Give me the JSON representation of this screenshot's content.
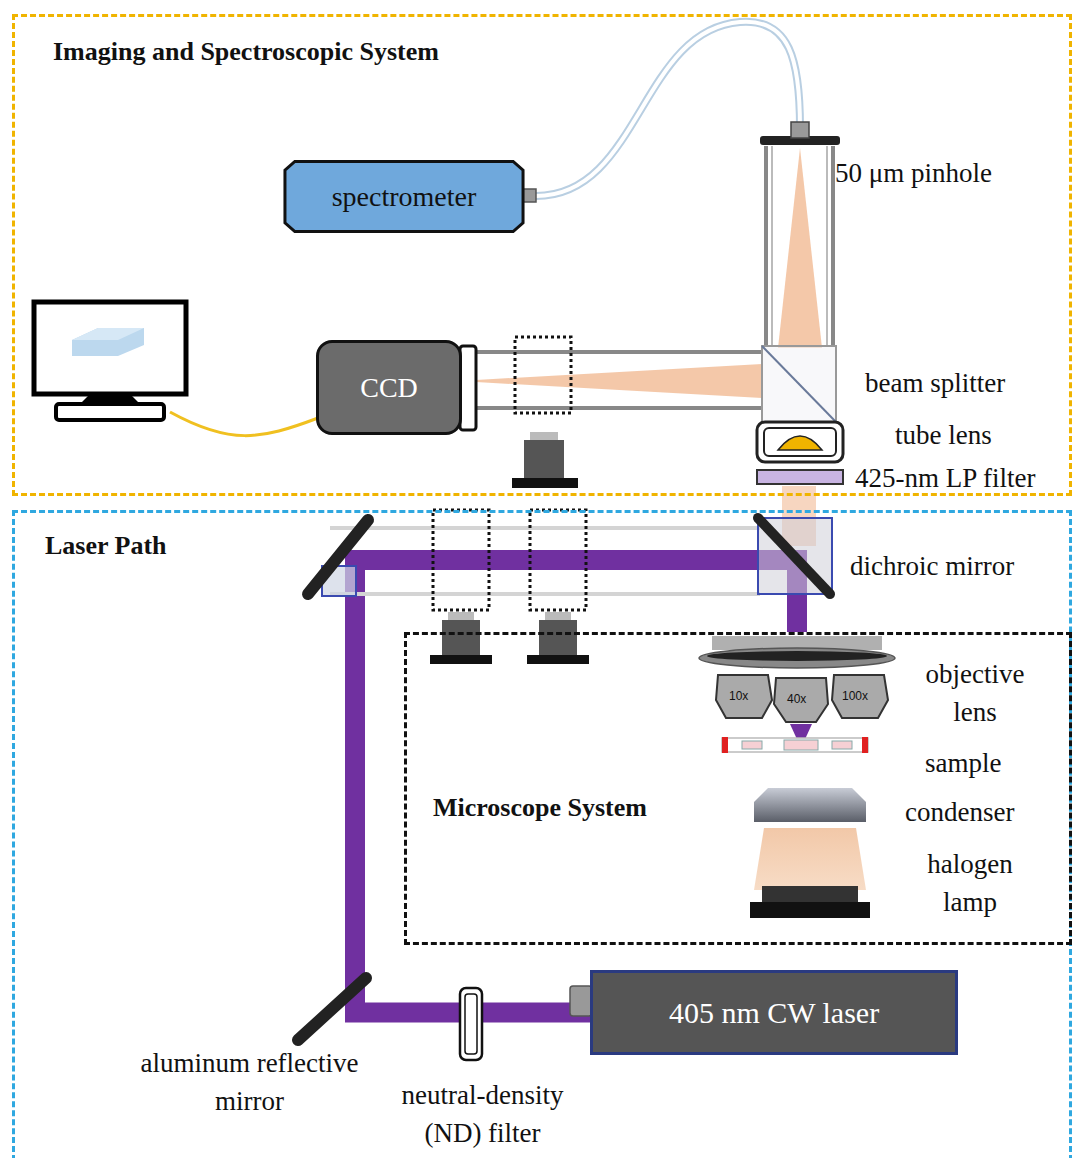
{
  "diagram": {
    "nodes": [
      {
        "text": [
          "Imaging and Spectroscopic System"
        ]
      },
      {
        "text": [
          "spectrometer"
        ],
        "in": 0
      },
      {
        "text": [
          "CCD"
        ],
        "in": 0
      },
      {
        "text": [
          "Laser Path"
        ]
      },
      {
        "text": [
          "Microscope System"
        ],
        "in": 3
      },
      {
        "text": [
          "405 nm CW laser"
        ],
        "in": 3
      }
    ],
    "edges": [
      {
        "from": 5,
        "to": 4,
        "arrow": "none"
      }
    ],
    "labels": [
      "50 μm pinhole",
      "beam splitter",
      "tube lens",
      "425-nm LP filter",
      "dichroic mirror",
      "objective lens",
      "10x",
      "40x",
      "100x",
      "sample",
      "condenser",
      "halogen lamp",
      "aluminum reflective mirror",
      "neutral-density (ND) filter"
    ]
  }
}
